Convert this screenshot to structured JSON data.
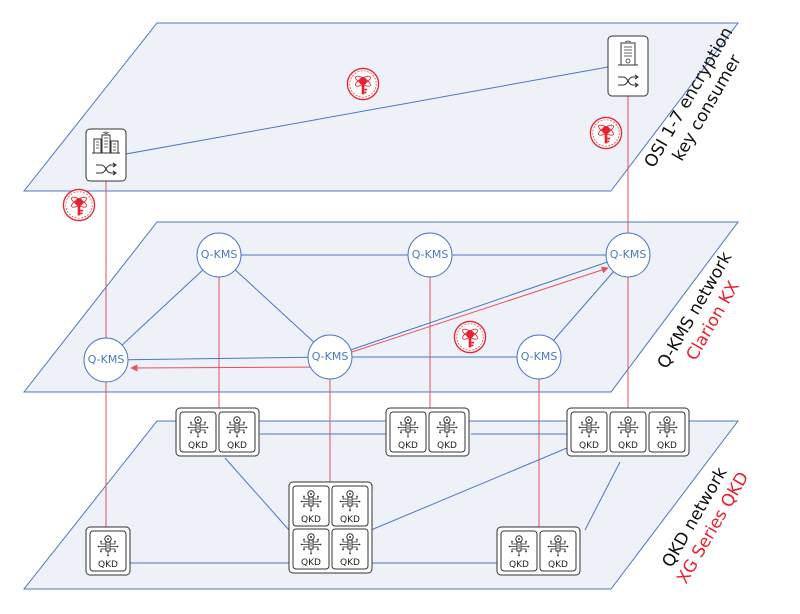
{
  "layers": {
    "consumer": {
      "title_line1": "OSI 1-7 encryption",
      "title_line2": "key consumer"
    },
    "kms": {
      "title_line1": "Q-KMS network",
      "title_line2": "Clarion KX"
    },
    "qkd": {
      "title_line1": "QKD network",
      "title_line2": "XG Series QKD"
    }
  },
  "kms_node_label": "Q-KMS",
  "qkd_device_label": "QKD",
  "icons": {
    "consumer_site": "city-buildings-switch-icon",
    "consumer_device": "server-switch-icon",
    "key_badge": "quantum-key-icon",
    "qkd_unit": "quantum-key-circuit-icon"
  },
  "colors": {
    "plane_fill": "#eef1f7",
    "network_line": "#4a78c2",
    "key_line": "#e8505b",
    "accent_red": "#e8212e",
    "text_dark": "#111111"
  }
}
